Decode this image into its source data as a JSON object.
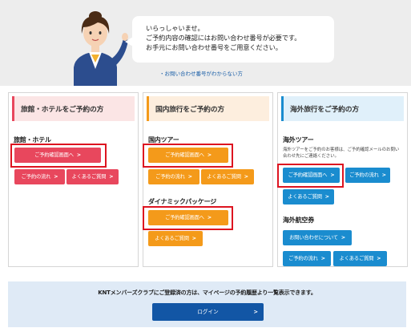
{
  "greeting": {
    "line1": "いらっしゃいませ。",
    "line2": "ご予約内容の確認にはお問い合わせ番号が必要です。",
    "line3": "お手元にお問い合わせ番号をご用意ください。"
  },
  "help_link": "・お問い合わせ番号がわからない方",
  "chevron": ">",
  "panels": {
    "hotel": {
      "title": "旅館・ホテルをご予約の方",
      "subtitle": "旅館・ホテル",
      "confirm_button": "ご予約確認画面へ",
      "flow_button": "ご予約の流れ",
      "faq_button": "よくあるご質問"
    },
    "domestic": {
      "title": "国内旅行をご予約の方",
      "tour_subtitle": "国内ツアー",
      "tour_confirm_button": "ご予約確認画面へ",
      "tour_flow_button": "ご予約の流れ",
      "tour_faq_button": "よくあるご質問",
      "dp_subtitle": "ダイナミックパッケージ",
      "dp_confirm_button": "ご予約確認画面へ",
      "dp_faq_button": "よくあるご質問"
    },
    "overseas": {
      "title": "海外旅行をご予約の方",
      "tour_subtitle": "海外ツアー",
      "tour_note": "海外ツアーをご予約のお客様は、ご予約確認メールのお問い合わせ先にご連絡ください。",
      "tour_confirm_button": "ご予約確認画面へ",
      "tour_flow_button": "ご予約の流れ",
      "tour_faq_button": "よくあるご質問",
      "air_subtitle": "海外航空券",
      "air_contact_button": "お問い合わせについて",
      "air_flow_button": "ご予約の流れ",
      "air_faq_button": "よくあるご質問"
    }
  },
  "kms": {
    "text": "KNTメンバーズクラブにご登録済の方は、マイページの予約履歴より一覧表示できます。",
    "login_button": "ログイン"
  },
  "colors": {
    "hotel_accent": "#e8475d",
    "domestic_accent": "#f49a1a",
    "overseas_accent": "#1a8ccf",
    "login_button": "#1256a5",
    "highlight_box": "#dd1420",
    "link": "#1b5fa8"
  }
}
